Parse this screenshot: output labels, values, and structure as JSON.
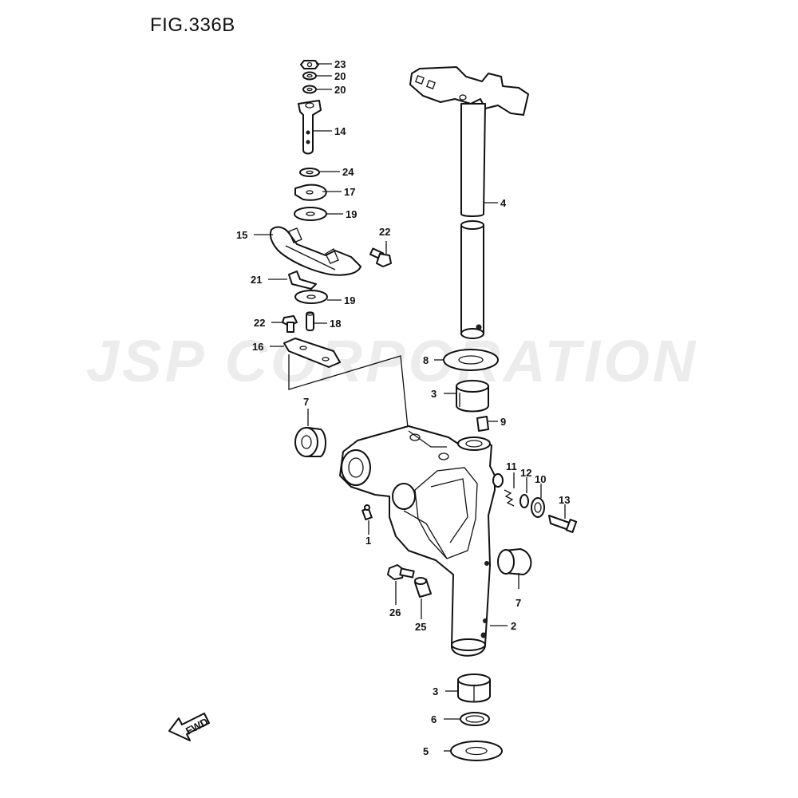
{
  "figure": {
    "title": "FIG.336B"
  },
  "watermark": {
    "text": "JSP CORPORATION"
  },
  "fwd_badge": {
    "label": "FWD"
  },
  "callouts": [
    "23",
    "20",
    "20",
    "14",
    "24",
    "17",
    "19",
    "15",
    "22",
    "21",
    "19",
    "22",
    "18",
    "16",
    "4",
    "8",
    "3",
    "9",
    "7",
    "11",
    "12",
    "10",
    "13",
    "1",
    "7",
    "26",
    "25",
    "2",
    "3",
    "6",
    "5"
  ]
}
